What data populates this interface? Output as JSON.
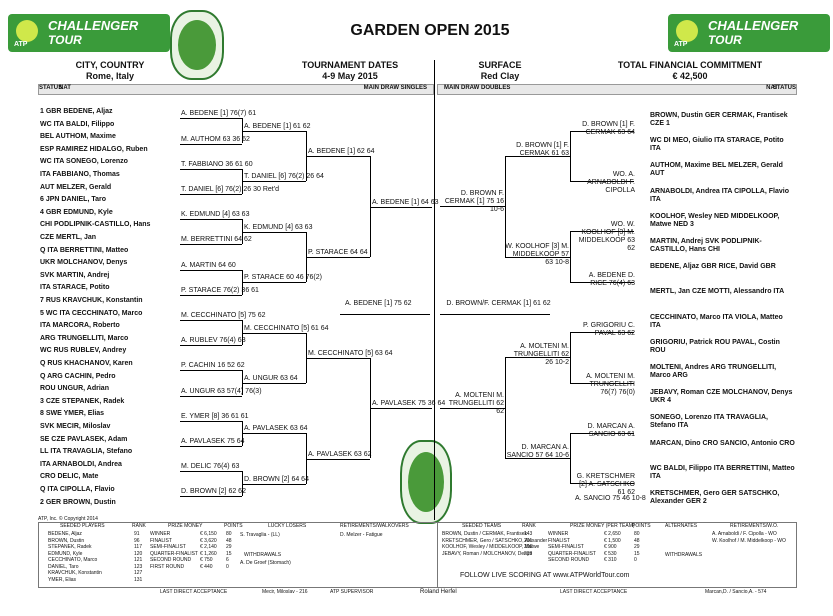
{
  "header": {
    "title": "GARDEN OPEN 2015",
    "logo_line1": "CHALLENGER",
    "logo_line2": "TOUR",
    "logo_atp": "ATP",
    "city_label": "CITY, COUNTRY",
    "city_value": "Rome, Italy",
    "dates_label": "TOURNAMENT DATES",
    "dates_value": "4-9 May 2015",
    "surface_label": "SURFACE",
    "surface_value": "Red Clay",
    "money_label": "TOTAL FINANCIAL COMMITMENT",
    "money_value": "€ 42,500"
  },
  "draw_headers": {
    "singles": "MAIN DRAW SINGLES",
    "doubles": "MAIN DRAW DOUBLES",
    "status": "STATUS",
    "nat": "NAT"
  },
  "singles_players": [
    "1 GBR BEDENE, Aljaz",
    "WC ITA BALDI, Filippo",
    "BEL AUTHOM, Maxime",
    "ESP RAMIREZ HIDALGO, Ruben",
    "WC ITA SONEGO, Lorenzo",
    "ITA FABBIANO, Thomas",
    "AUT MELZER, Gerald",
    "6 JPN DANIEL, Taro",
    "4 GBR EDMUND, Kyle",
    "CHI PODLIPNIK-CASTILLO, Hans",
    "CZE MERTL, Jan",
    "Q ITA BERRETTINI, Matteo",
    "UKR MOLCHANOV, Denys",
    "SVK MARTIN, Andrej",
    "ITA STARACE, Potito",
    "7 RUS KRAVCHUK, Konstantin",
    "5 WC ITA CECCHINATO, Marco",
    "ITA MARCORA, Roberto",
    "ARG TRUNGELLITI, Marco",
    "WC RUS RUBLEV, Andrey",
    "Q RUS KHACHANOV, Karen",
    "Q ARG CACHIN, Pedro",
    "ROU UNGUR, Adrian",
    "3 CZE STEPANEK, Radek",
    "8 SWE YMER, Elias",
    "SVK MECIR, Miloslav",
    "SE CZE PAVLASEK, Adam",
    "LL ITA TRAVAGLIA, Stefano",
    "ITA ARNABOLDI, Andrea",
    "CRO DELIC, Mate",
    "Q ITA CIPOLLA, Flavio",
    "2 GER BROWN, Dustin"
  ],
  "singles_r2": [
    "A. BEDENE [1] 76(7) 61",
    "M. AUTHOM 63 36 62",
    "T. FABBIANO 36 61 60",
    "T. DANIEL [6] 76(2) 26 30 Ret'd",
    "K. EDMUND [4] 63 63",
    "M. BERRETTINI 64 62",
    "A. MARTIN 64 60",
    "P. STARACE 76(2) 36 61",
    "M. CECCHINATO [5] 75 62",
    "A. RUBLEV 76(4) 63",
    "P. CACHIN 16 52 62",
    "A. UNGUR 63 57(4) 76(3)",
    "E. YMER [8] 36 61 61",
    "A. PAVLASEK 75 64",
    "M. DELIC 76(4) 63",
    "D. BROWN [2] 62 62"
  ],
  "singles_qf": [
    "A. BEDENE [1] 61 62",
    "T. DANIEL [6] 76(2) 26 64",
    "K. EDMUND [4] 63 63",
    "P. STARACE 60 46 76(2)",
    "M. CECCHINATO [5] 61 64",
    "A. UNGUR 63 64",
    "A. PAVLASEK 63 64",
    "D. BROWN [2] 64 64"
  ],
  "singles_sf": [
    "A. BEDENE [1] 62 64",
    "P. STARACE 64 64",
    "M. CECCHINATO [5] 63 64",
    "A. PAVLASEK 63 62"
  ],
  "singles_f": [
    "A. BEDENE [1] 64 63",
    "A. PAVLASEK 75 36 64"
  ],
  "singles_champion": "A. BEDENE [1] 75 62",
  "doubles_teams": [
    "BROWN, Dustin GER CERMAK, Frantisek CZE 1",
    "WC DI MEO, Giulio ITA STARACE, Potito ITA",
    "AUTHOM, Maxime BEL MELZER, Gerald AUT",
    "ARNABOLDI, Andrea ITA CIPOLLA, Flavio ITA",
    "KOOLHOF, Wesley NED MIDDELKOOP, Matwe NED 3",
    "MARTIN, Andrej SVK PODLIPNIK-CASTILLO, Hans CHI",
    "BEDENE, Aljaz GBR RICE, David GBR",
    "MERTL, Jan CZE MOTTI, Alessandro ITA",
    "CECCHINATO, Marco ITA VIOLA, Matteo ITA",
    "GRIGORIU, Patrick ROU PAVAL, Costin ROU",
    "MOLTENI, Andres ARG TRUNGELLITI, Marco ARG",
    "JEBAVY, Roman CZE MOLCHANOV, Denys UKR 4",
    "SONEGO, Lorenzo ITA TRAVAGLIA, Stefano ITA",
    "MARCAN, Dino CRO SANCIO, Antonio CRO",
    "WC BALDI, Filippo ITA BERRETTINI, Matteo ITA",
    "KRETSCHMER, Gero GER SATSCHKO, Alexander GER 2"
  ],
  "doubles_r2": [
    "D. BROWN [1] F. CERMAK 63 64",
    "WO. A. ARNABOLDI F. CIPOLLA",
    "WO. W. KOOLHOF [3] M. MIDDELKOOP 63 62",
    "A. BEDENE D. RICE 76(4) 63",
    "P. GRIGORIU C. PAVAL 63 62",
    "A. MOLTENI M. TRUNGELLITI 76(7) 76(0)",
    "D. MARCAN A. SANCIO 63 61",
    "G. KRETSCHMER [2] A. SATSCHKO 61 62"
  ],
  "doubles_qf": [
    "D. BROWN [1] F. CERMAK 61 63",
    "W. KOOLHOF [3] M. MIDDELKOOP 57 63 10-8",
    "A. MOLTENI M. TRUNGELLITI 62 26 10-2",
    "D. MARCAN A. SANCIO 57 64 10-6"
  ],
  "doubles_sf": [
    "D. BROWN F. CERMAK [1] 75 16 10-6",
    "A. MOLTENI M. TRUNGELLITI 62 62"
  ],
  "doubles_f": [
    "A. SANCIO 75 46 10-8"
  ],
  "doubles_champion": "D. BROWN/F. CERMAK [1] 61 62",
  "footer": {
    "copyright": "ATP, Inc. © Copyright 2014",
    "seeded_players": "SEEDED PLAYERS",
    "rank": "RANK",
    "prize_money": "PRIZE MONEY",
    "points": "POINTS",
    "lucky_losers": "LUCKY LOSERS",
    "retirements": "RETIREMENTS/WALKOVERS",
    "seeded_teams": "SEEDED TEAMS",
    "prize_money_team": "PRIZE MONEY (PER TEAM)",
    "alternates": "ALTERNATES",
    "retirements_wo": "RETIREMENTS/W.O.",
    "withdrawals": "WITHDRAWALS",
    "live_scoring": "FOLLOW LIVE SCORING AT www.ATPWorldTour.com",
    "last_direct": "LAST DIRECT ACCEPTANCE",
    "supervisor": "ATP SUPERVISOR",
    "supervisor_name": "Roland Herfel",
    "seeds": [
      "BEDENE, Aljaz",
      "BROWN, Dustin",
      "STEPANEK, Radek",
      "EDMUND, Kyle",
      "CECCHINATO, Marco",
      "DANIEL, Taro",
      "KRAVCHUK, Konstantin",
      "YMER, Elias"
    ],
    "seed_ranks": [
      "91",
      "96",
      "117",
      "120",
      "121",
      "123",
      "127",
      "131"
    ],
    "prize_rounds": [
      "WINNER",
      "FINALIST",
      "SEMI-FINALIST",
      "QUARTER-FINALIST",
      "SECOND ROUND",
      "FIRST ROUND"
    ],
    "prize_values": [
      "€ 6,150",
      "€ 3,620",
      "€ 2,140",
      "€ 1,260",
      "€ 750",
      "€ 440"
    ],
    "points_values": [
      "80",
      "48",
      "29",
      "15",
      "6",
      "0"
    ],
    "lucky_loser": "S. Travaglia - (LL)",
    "retirement_text": "D. Melzer - Fatigue",
    "withdrawal_text": "A. De Groef (Stomach)",
    "team_seeds": [
      "BROWN, Dustin / CERMAK, Frantisek",
      "KRETSCHMER, Gero / SATSCHKO, Alexander",
      "KOOLHOF, Wesley / MIDDELKOOP, Matwe",
      "JEBAVY, Roman / MOLCHANOV, Denys"
    ],
    "team_ranks": [
      "143",
      "201",
      "206",
      "233"
    ],
    "team_prize_values": [
      "€ 2,650",
      "€ 1,500",
      "€ 900",
      "€ 530",
      "€ 310"
    ],
    "team_points": [
      "80",
      "48",
      "29",
      "15",
      "0"
    ],
    "ret_wo_lines": [
      "A. Arnaboldi / F. Cipolla - WO",
      "W. Koolhof / M. Middelkoop - WO"
    ],
    "last_direct_singles": "Mecir, Miloslav - 216",
    "last_direct_doubles": "Marcan,D. / Sancio,A. - 574"
  }
}
